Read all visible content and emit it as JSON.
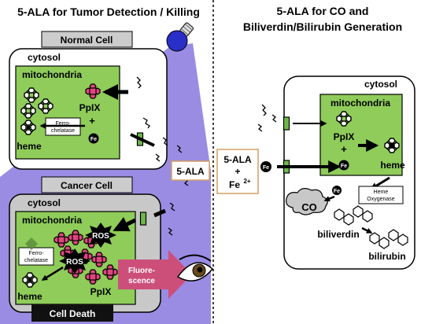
{
  "left_panel": {
    "title": "5-ALA for Tumor Detection / Killing",
    "normal_cell": {
      "label": "Normal Cell",
      "cytosol": "cytosol",
      "mitochondria": "mitochondria",
      "pp9": "PpIX",
      "ferro_line1": "Ferro-",
      "ferro_line2": "chelatase",
      "heme": "heme",
      "fe": "Fe",
      "plus": "+"
    },
    "cancer_cell": {
      "label": "Cancer Cell",
      "cytosol": "cytosol",
      "mitochondria": "mitochondria",
      "ros1": "ROS",
      "ros2": "ROS",
      "ferro_line1": "Ferro-",
      "ferro_line2": "chelatase",
      "heme": "heme",
      "pp9": "PpIX",
      "cell_death": "Cell Death"
    },
    "fluorescence_line1": "Fluore-",
    "fluorescence_line2": "scence",
    "ala_box": "5-ALA"
  },
  "right_panel": {
    "title_line1": "5-ALA for CO and",
    "title_line2": "Biliverdin/Bilirubin Generation",
    "ala_line1": "5-ALA",
    "ala_plus": "+",
    "ala_fe": "Fe",
    "ala_fe_sup": "2+",
    "fe_circle": "Fe",
    "cytosol": "cytosol",
    "mitochondria": "mitochondria",
    "pp9": "PpIX",
    "plus": "+",
    "fe_inner": "Fe",
    "heme": "heme",
    "fe_release": "Fe",
    "enzyme_line1": "Heme",
    "enzyme_line2": "Oxygenase",
    "co": "CO",
    "biliverdin": "biliverdin",
    "bilirubin": "bilirubin"
  },
  "colors": {
    "light_beam": "#8f7fe0",
    "mitochondria": "#8fcc5a",
    "ppix": "#e0457f",
    "cancer_cyto": "#c8c8c8",
    "fluorescence": "#cc4f7a",
    "lightbulb": "#2a2fc8"
  }
}
